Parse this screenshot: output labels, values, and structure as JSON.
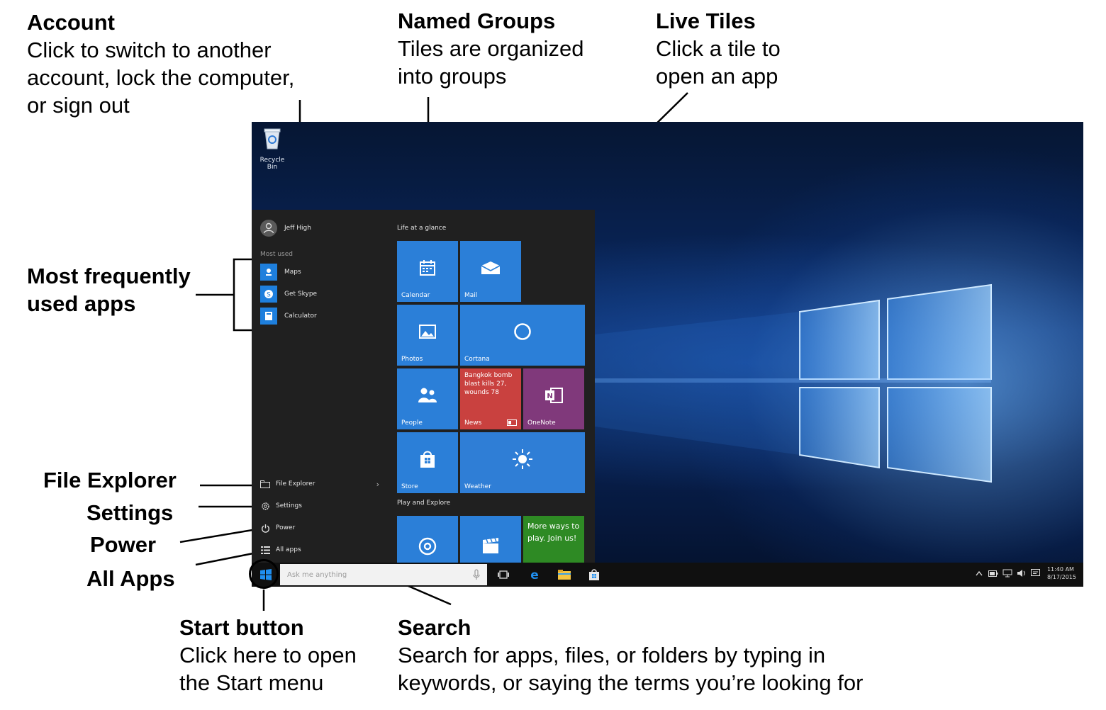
{
  "annotations": {
    "account": {
      "title": "Account",
      "lines": [
        "Click to switch to another",
        "account, lock the computer,",
        "or sign out"
      ]
    },
    "named_groups": {
      "title": "Named Groups",
      "lines": [
        "Tiles are organized",
        "into groups"
      ]
    },
    "live_tiles": {
      "title": "Live Tiles",
      "lines": [
        "Click a tile to",
        "open an app"
      ]
    },
    "most_used": {
      "lines": [
        "Most frequently",
        "used apps"
      ]
    },
    "file_explorer": "File Explorer",
    "settings": "Settings",
    "power": "Power",
    "all_apps": "All Apps",
    "start_button": {
      "title": "Start button",
      "lines": [
        "Click here to open",
        "the Start menu"
      ]
    },
    "search": {
      "title": "Search",
      "lines": [
        "Search for apps, files, or folders by typing in",
        "keywords, or saying the terms you’re looking for"
      ]
    }
  },
  "desktop": {
    "recycle_bin_label": "Recycle Bin"
  },
  "start_menu": {
    "user_name": "Jeff High",
    "most_used_label": "Most used",
    "most_used_apps": [
      {
        "label": "Maps",
        "icon": "maps-icon"
      },
      {
        "label": "Get Skype",
        "icon": "skype-icon"
      },
      {
        "label": "Calculator",
        "icon": "calculator-icon"
      }
    ],
    "bottom_items": {
      "file_explorer": "File Explorer",
      "settings": "Settings",
      "power": "Power",
      "all_apps": "All apps"
    },
    "groups": {
      "life": "Life at a glance",
      "play": "Play and Explore"
    },
    "tiles": {
      "calendar": "Calendar",
      "mail": "Mail",
      "photos": "Photos",
      "cortana": "Cortana",
      "people": "People",
      "news": "News",
      "news_headline": "Bangkok bomb blast kills 27, wounds 78",
      "onenote": "OneNote",
      "store": "Store",
      "weather": "Weather",
      "xbox_text": "More ways to play. Join us!"
    }
  },
  "taskbar": {
    "search_placeholder": "Ask me anything",
    "time": "11:40 AM",
    "date": "8/17/2015"
  },
  "colors": {
    "tile_blue": "#2b7fd8",
    "news_red": "#c9413f",
    "onenote_purple": "#80397b",
    "xbox_green": "#2e8a24",
    "menu_bg": "#202020",
    "taskbar_bg": "#101010"
  }
}
